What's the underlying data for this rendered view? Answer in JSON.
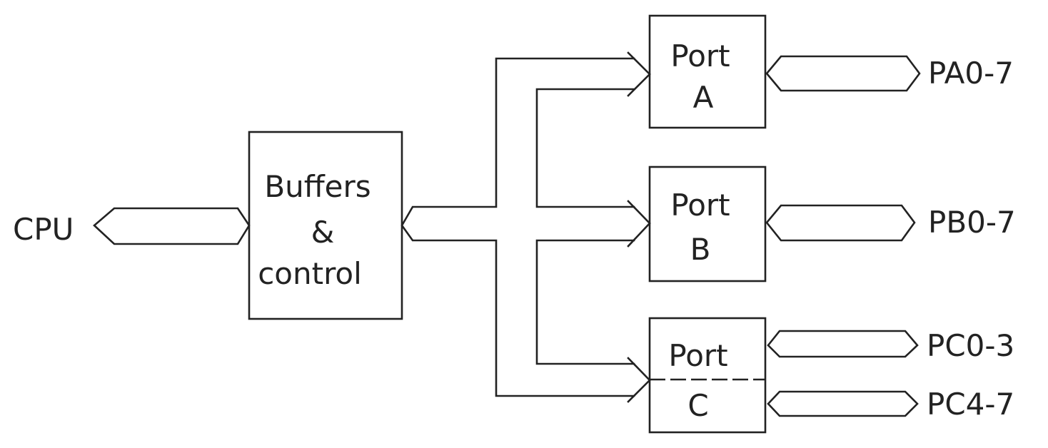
{
  "cpu_label": "CPU",
  "buffers_block": {
    "line1": "Buffers",
    "line2": "&",
    "line3": "control"
  },
  "port_a": {
    "line1": "Port",
    "line2": "A",
    "pins": "PA0-7"
  },
  "port_b": {
    "line1": "Port",
    "line2": "B",
    "pins": "PB0-7"
  },
  "port_c": {
    "line1": "Port",
    "line2": "C",
    "pins_upper": "PC0-3",
    "pins_lower": "PC4-7"
  },
  "colors": {
    "ink": "#222222",
    "background": "#ffffff"
  }
}
